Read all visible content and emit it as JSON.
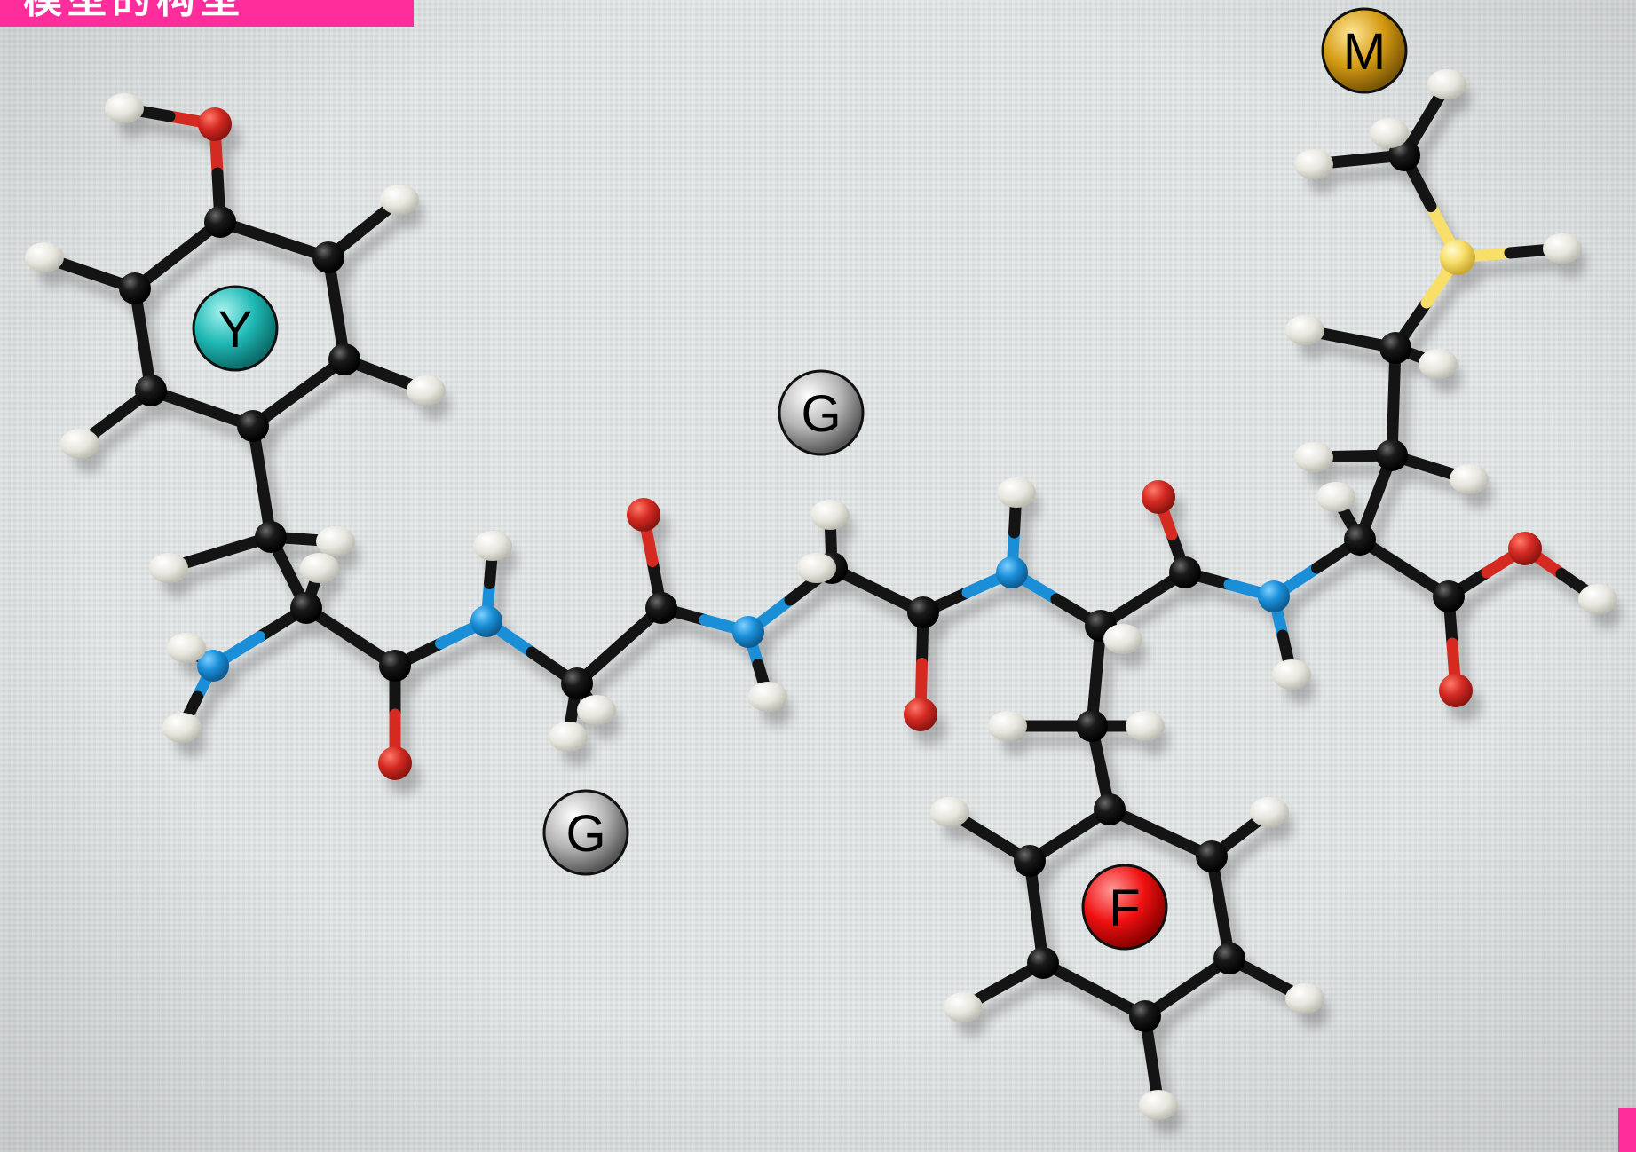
{
  "banner": {
    "title": "模型的构型",
    "color": "#ff2c9c"
  },
  "residue_labels": [
    {
      "letter": "Y",
      "color": "#1fb8b4"
    },
    {
      "letter": "G",
      "color": "#9a9a9a"
    },
    {
      "letter": "G",
      "color": "#9a9a9a"
    },
    {
      "letter": "F",
      "color": "#f01010"
    },
    {
      "letter": "M",
      "color": "#d49a12"
    }
  ],
  "atom_colors": {
    "carbon": "#141414",
    "hydrogen": "#ecebe4",
    "oxygen": "#d42a22",
    "nitrogen": "#1a8fd8",
    "sulfur": "#f7df6a"
  },
  "background_color": "#dfe2e2"
}
